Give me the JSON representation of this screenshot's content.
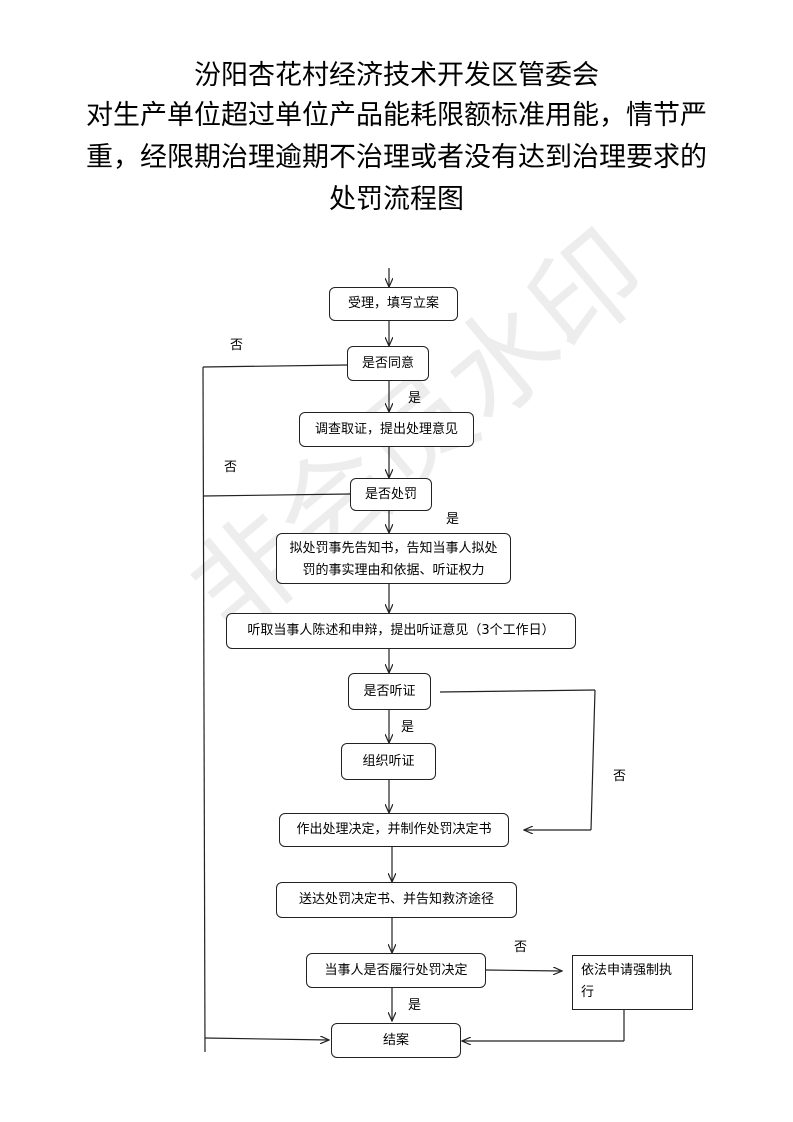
{
  "title": {
    "line1": "汾阳杏花村经济技术开发区管委会",
    "line2": "对生产单位超过单位产品能耗限额标准用能，情节严",
    "line3": "重，经限期治理逾期不治理或者没有达到治理要求的",
    "line4": "处罚流程图"
  },
  "nodes": {
    "accept": "受理，填写立案",
    "agree": "是否同意",
    "investigate": "调查取证，提出处理意见",
    "punish_q": "是否处罚",
    "notify": "拟处罚事先告知书，告知当事人拟处罚的事实理由和依据、听证权力",
    "hearing_statement": "听取当事人陈述和申辩，提出听证意见（3个工作日）",
    "hearing_q": "是否听证",
    "organize": "组织听证",
    "decide": "作出处理决定，并制作处罚决定书",
    "deliver": "送达处罚决定书、并告知救济途径",
    "comply_q": "当事人是否履行处罚决定",
    "enforce": "依法申请强制执行",
    "close": "结案"
  },
  "labels": {
    "no_1": "否",
    "yes_1": "是",
    "no_2": "否",
    "yes_2": "是",
    "yes_3": "是",
    "no_3": "否",
    "no_4": "否",
    "yes_4": "是"
  },
  "watermark": "非会员水印"
}
